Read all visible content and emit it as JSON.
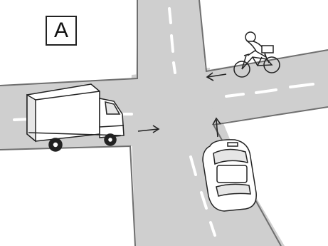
{
  "scenario": {
    "label": "A"
  },
  "colors": {
    "road": "#cfcfcf",
    "road_edge": "#6f6f6f",
    "lane_marking": "#ffffff",
    "background": "#ffffff",
    "outline": "#222222"
  },
  "elements": {
    "vehicles": [
      "truck",
      "car",
      "bicycle"
    ],
    "arrows": [
      "truck-direction-arrow-right",
      "car-direction-arrow-up",
      "bicycle-direction-arrow-left"
    ]
  }
}
